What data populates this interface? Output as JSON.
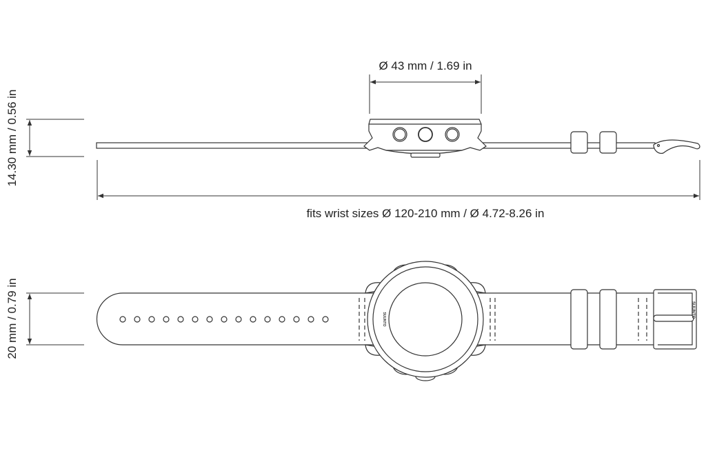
{
  "dimensions": {
    "case_diameter": "Ø 43 mm / 1.69 in",
    "case_thickness": "14.30 mm / 0.56 in",
    "wrist_size": "fits wrist sizes Ø 120-210 mm / Ø 4.72-8.26 in",
    "strap_width": "20 mm / 0.79 in"
  },
  "brand_logo": "SUUNTO",
  "colors": {
    "line": "#333333",
    "background": "#ffffff"
  }
}
